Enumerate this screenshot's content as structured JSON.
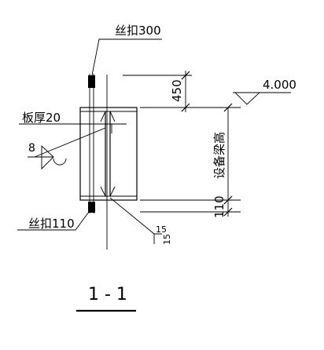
{
  "drawing": {
    "labels": {
      "thread_top": "丝扣300",
      "plate": "板厚20",
      "weld_size": "8",
      "thread_bottom": "丝扣110",
      "dim_450": "450",
      "dim_110": "110",
      "elevation": "4.000",
      "beam_height": "设备梁高",
      "corner_a": "15",
      "corner_b": "15",
      "section": "1 - 1"
    }
  }
}
